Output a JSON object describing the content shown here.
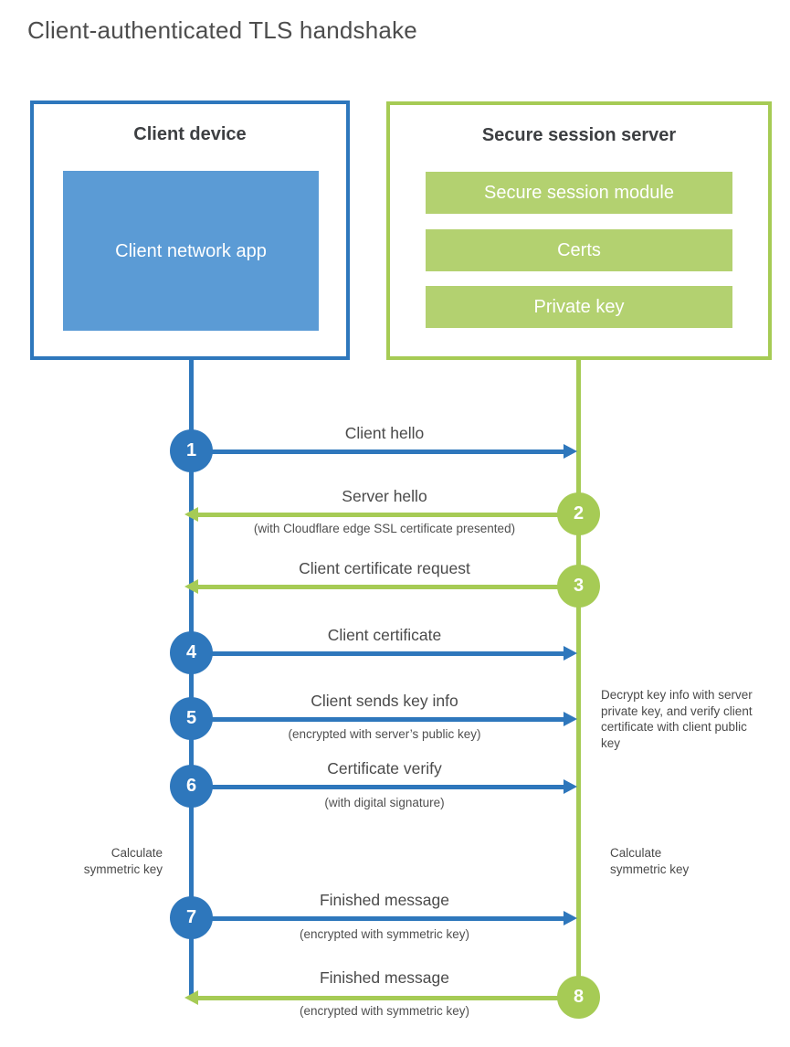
{
  "title": "Client-authenticated TLS handshake",
  "colors": {
    "blue": "#2e77bc",
    "blue_light": "#5b9bd5",
    "green": "#a6cb55",
    "green_light": "#b3d170",
    "text_dark": "#3d3f42",
    "text_gray": "#4a4a4a"
  },
  "client": {
    "title": "Client device",
    "app_label": "Client network app"
  },
  "server": {
    "title": "Secure session server",
    "modules": [
      "Secure session module",
      "Certs",
      "Private key"
    ]
  },
  "steps": [
    {
      "num": "1",
      "label": "Client hello",
      "sub": "",
      "direction": "right",
      "color": "blue"
    },
    {
      "num": "2",
      "label": "Server hello",
      "sub": "(with Cloudflare edge SSL certificate presented)",
      "direction": "left",
      "color": "green"
    },
    {
      "num": "3",
      "label": "Client certificate request",
      "sub": "",
      "direction": "left",
      "color": "green"
    },
    {
      "num": "4",
      "label": "Client certificate",
      "sub": "",
      "direction": "right",
      "color": "blue"
    },
    {
      "num": "5",
      "label": "Client sends key info",
      "sub": "(encrypted with server’s public key)",
      "direction": "right",
      "color": "blue"
    },
    {
      "num": "6",
      "label": "Certificate verify",
      "sub": "(with digital signature)",
      "direction": "right",
      "color": "blue"
    },
    {
      "num": "7",
      "label": "Finished message",
      "sub": "(encrypted with symmetric key)",
      "direction": "right",
      "color": "blue"
    },
    {
      "num": "8",
      "label": "Finished message",
      "sub": "(encrypted with symmetric key)",
      "direction": "left",
      "color": "green"
    }
  ],
  "notes": {
    "decrypt": "Decrypt key info with server private key, and verify client certificate with client public key",
    "calc_left": "Calculate symmetric key",
    "calc_right": "Calculate symmetric key"
  }
}
